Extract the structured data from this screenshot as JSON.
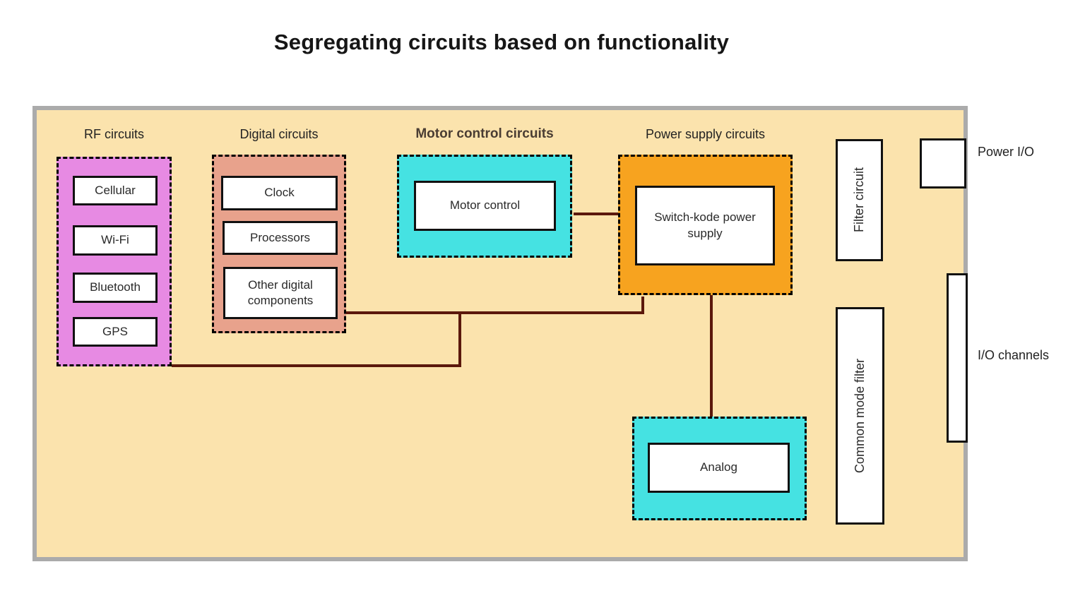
{
  "title": "Segregating circuits based on functionality",
  "groups": {
    "rf": {
      "label": "RF circuits",
      "items": [
        "Cellular",
        "Wi-Fi",
        "Bluetooth",
        "GPS"
      ]
    },
    "digital": {
      "label": "Digital circuits",
      "items": [
        "Clock",
        "Processors",
        "Other digital components"
      ]
    },
    "motor": {
      "label": "Motor control circuits",
      "items": [
        "Motor control"
      ]
    },
    "power": {
      "label": "Power supply circuits",
      "items": [
        "Switch-kode power supply"
      ]
    },
    "analog": {
      "items": [
        "Analog"
      ]
    }
  },
  "filters": {
    "filter_circuit": "Filter circuit",
    "common_mode": "Common mode filter"
  },
  "io": {
    "power_io": "Power I/O",
    "io_channels": "I/O channels"
  },
  "colors": {
    "board_fill": "#fbe3ad",
    "board_border": "#ababab",
    "rf_fill": "#e78ae3",
    "digital_fill": "#e8a28c",
    "cyan_fill": "#45e2e2",
    "orange_fill": "#f7a31f",
    "line": "#5b180c"
  }
}
